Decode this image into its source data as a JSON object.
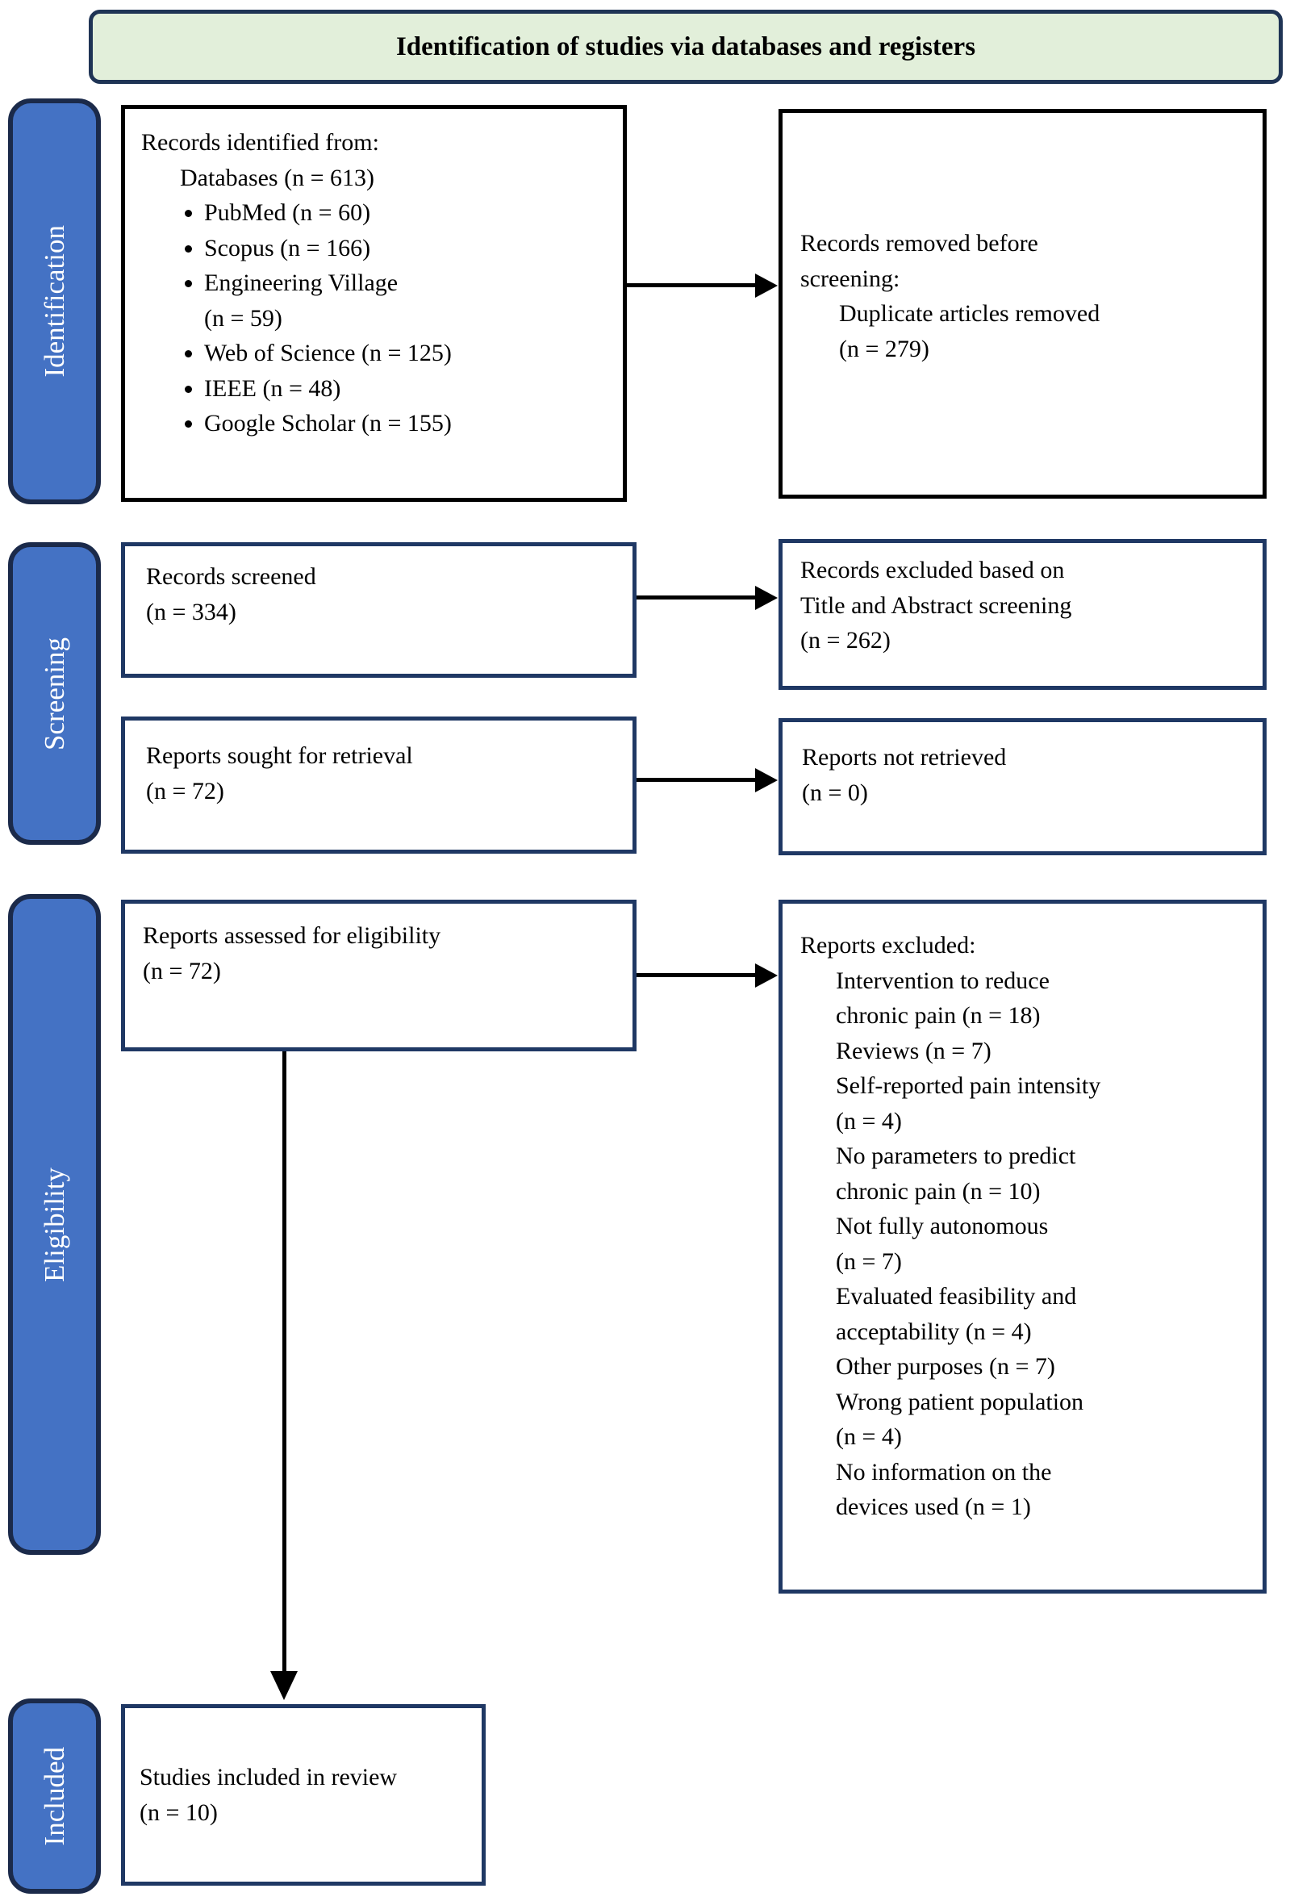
{
  "colors": {
    "header_fill": "#E2EFDA",
    "sidebar_fill": "#4472C4",
    "sidebar_border": "#1B2A4A",
    "navy_box_border": "#1F3864",
    "black_box_border": "#000000",
    "text": "#000000"
  },
  "header": {
    "title": "Identification of studies via databases and registers"
  },
  "sidebar": [
    {
      "label": "Identification"
    },
    {
      "label": "Screening"
    },
    {
      "label": "Eligibility"
    },
    {
      "label": "Included"
    }
  ],
  "identification": {
    "records_identified": {
      "heading": "Records identified from:",
      "subheading": "Databases (n = 613)",
      "sources": [
        "PubMed (n = 60)",
        "Scopus (n = 166)",
        "Engineering Village\n(n = 59)",
        "Web of Science (n = 125)",
        "IEEE (n = 48)",
        "Google Scholar (n = 155)"
      ]
    },
    "records_removed": {
      "heading": "Records removed before\nscreening:",
      "detail": "Duplicate articles removed\n(n = 279)"
    }
  },
  "screening": {
    "records_screened": "Records screened\n(n = 334)",
    "records_excluded": "Records excluded based on\nTitle and Abstract screening\n(n = 262)",
    "reports_sought": "Reports sought for retrieval\n(n = 72)",
    "reports_not_retrieved": "Reports not retrieved\n(n = 0)"
  },
  "eligibility": {
    "reports_assessed": "Reports assessed for eligibility\n(n = 72)",
    "reports_excluded": {
      "heading": "Reports excluded:",
      "reasons": [
        "Intervention to reduce\nchronic pain (n = 18)",
        "Reviews (n = 7)",
        "Self-reported pain intensity\n(n = 4)",
        "No parameters to predict\nchronic pain (n = 10)",
        "Not fully autonomous\n(n = 7)",
        "Evaluated feasibility and\nacceptability (n = 4)",
        "Other purposes (n = 7)",
        "Wrong patient population\n(n = 4)",
        "No information on the\ndevices used (n = 1)"
      ]
    }
  },
  "included": {
    "studies_included": "Studies included in review\n(n = 10)"
  }
}
